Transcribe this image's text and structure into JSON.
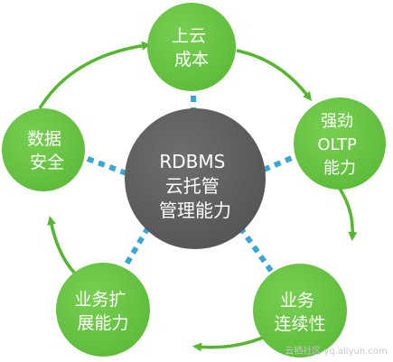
{
  "center": {
    "lines": [
      "RDBMS",
      "云托管",
      "管理能力"
    ]
  },
  "nodes": [
    {
      "id": "cloud-cost",
      "lines": [
        "上云",
        "成本"
      ]
    },
    {
      "id": "oltp",
      "lines": [
        "强劲",
        "OLTP",
        "能力"
      ]
    },
    {
      "id": "continuity",
      "lines": [
        "业务",
        "连续性"
      ]
    },
    {
      "id": "expansion",
      "lines": [
        "业务扩",
        "展能力"
      ]
    },
    {
      "id": "data-security",
      "lines": [
        "数据",
        "安全"
      ]
    }
  ],
  "watermark": "云栖社区 yq.aliyun.com",
  "colors": {
    "node_fill": "#5dbb3a",
    "node_fill_light": "#78cf52",
    "center_fill": "#555555",
    "center_fill_light": "#6e6e6e",
    "ring": "#55b630",
    "connector": "#3aa6d6"
  }
}
